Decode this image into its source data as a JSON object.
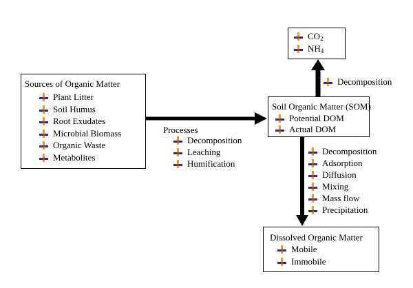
{
  "sources": {
    "title": "Sources of Organic Matter",
    "items": [
      "Plant Litter",
      "Soil Humus",
      "Root Exudates",
      "Microbial Biomass",
      "Organic Waste",
      "Metabolites"
    ]
  },
  "processes": {
    "title": "Processes",
    "items": [
      "Decomposition",
      "Leaching",
      "Humification"
    ]
  },
  "som": {
    "title": "Soil Organic Matter (SOM)",
    "items": [
      "Potential DOM",
      "Actual DOM"
    ]
  },
  "gases": {
    "items": [
      {
        "base": "CO",
        "sub": "2"
      },
      {
        "base": "NH",
        "sub": "4"
      }
    ]
  },
  "upward_process": {
    "items": [
      "Decomposition"
    ]
  },
  "downward_processes": {
    "items": [
      "Decomposition",
      "Adsorption",
      "Diffusion",
      "Mixing",
      "Mass flow",
      "Precipitation"
    ]
  },
  "dom": {
    "title": "Dissolved Organic Matter",
    "items": [
      "Mobile",
      "Immobile"
    ]
  }
}
